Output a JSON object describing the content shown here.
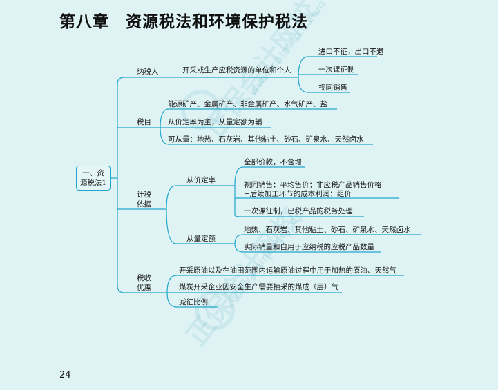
{
  "title": "第八章　资源税法和环境保护税法",
  "page_number": "24",
  "watermark": {
    "cn": "正保会计网校",
    "url": "www.chinaacc.com"
  },
  "mindmap": {
    "root": {
      "line1": "一、资",
      "line2": "源税法1"
    },
    "taxpayer": {
      "label": "纳税人",
      "main": "开采或生产应税资源的单位和个人",
      "items": [
        "进口不征，出口不退",
        "一次课征制",
        "视同销售"
      ]
    },
    "items_section": {
      "label": "税目",
      "items": [
        "能源矿产、金属矿产、非金属矿产、水气矿产、盐",
        "从价定率为主，从量定额为辅",
        "可从量：地热、石灰岩、其他粘土、砂石、矿泉水、天然卤水"
      ]
    },
    "basis": {
      "label_line1": "计税",
      "label_line2": "依据",
      "ad_valorem": {
        "label": "从价定率",
        "items": [
          "全部价款，不含增",
          "视同销售：平均售价；非应税产品销售价格",
          "−后续加工环节的成本利润；组价",
          "一次课征制，已税产品的税务处理"
        ]
      },
      "specific": {
        "label": "从量定额",
        "items": [
          "地热、石灰岩、其他粘土、砂石、矿泉水、天然卤水",
          "实际销量和自用于应纳税的应税产品数量"
        ]
      }
    },
    "relief": {
      "label_line1": "税收",
      "label_line2": "优惠",
      "items": [
        "开采原油以及在油田范围内运输原油过程中用于加热的原油、天然气",
        "煤炭开采企业因安全生产需要抽采的煤成（层）气",
        "减征比例"
      ]
    }
  }
}
